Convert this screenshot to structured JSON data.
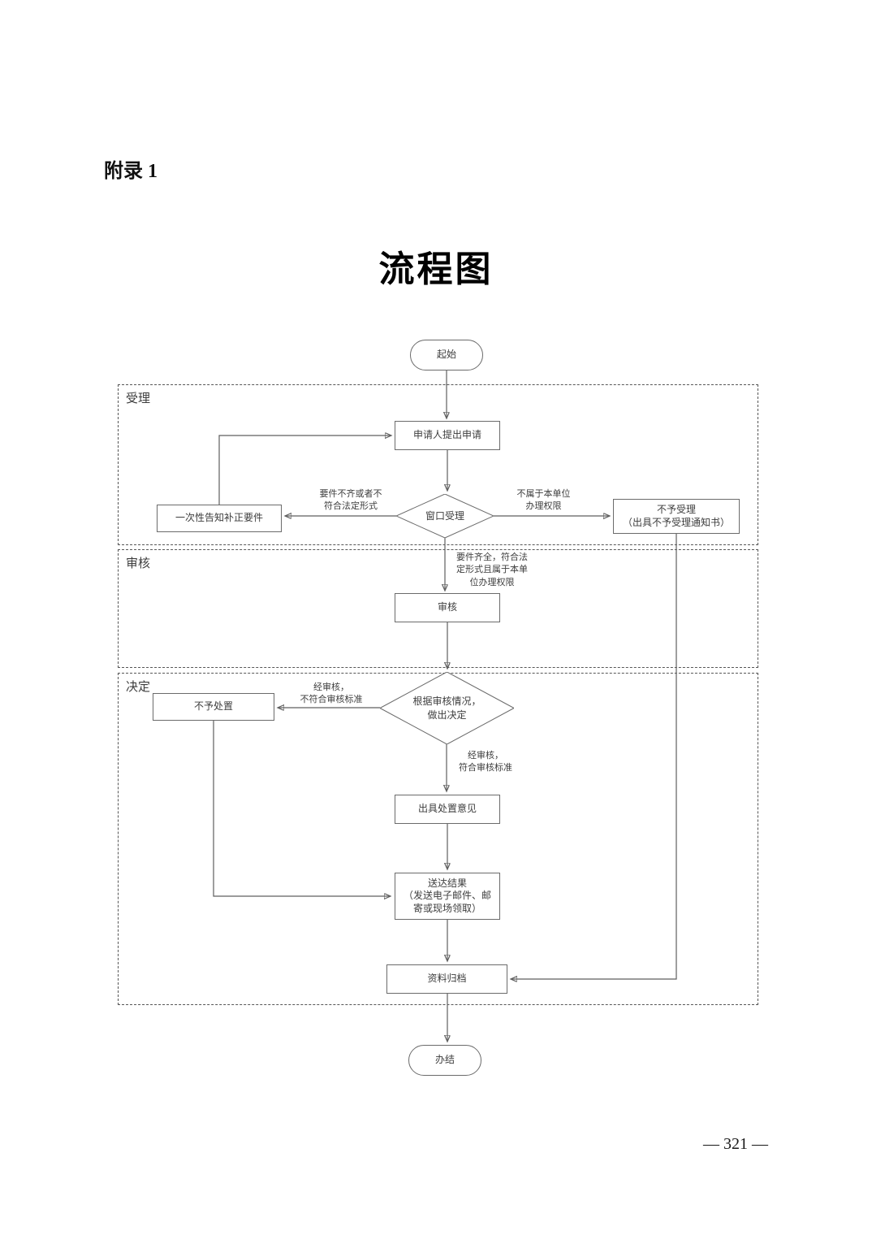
{
  "page": {
    "appendix_label": "附录 1",
    "title": "流程图",
    "page_number": "— 321 —"
  },
  "flowchart": {
    "start": "起始",
    "end": "办结",
    "sections": {
      "acceptance": "受理",
      "review": "审核",
      "decision": "决定"
    },
    "nodes": {
      "apply": "申请人提出申请",
      "window": "窗口受理",
      "notify": "一次性告知补正要件",
      "reject_accept_line1": "不予受理",
      "reject_accept_line2": "（出具不予受理通知书）",
      "review": "审核",
      "decide_line1": "根据审核情况，",
      "decide_line2": "做出决定",
      "no_action": "不予处置",
      "issue_opinion": "出具处置意见",
      "deliver_line1": "送达结果",
      "deliver_line2": "（发送电子邮件、邮",
      "deliver_line3": "寄或现场领取）",
      "archive": "资料归档"
    },
    "labels": {
      "incomplete_line1": "要件不齐或者不",
      "incomplete_line2": "符合法定形式",
      "not_jurisdiction_line1": "不属于本单位",
      "not_jurisdiction_line2": "办理权限",
      "complete_line1": "要件齐全，符合法",
      "complete_line2": "定形式且属于本单",
      "complete_line3": "位办理权限",
      "fail_line1": "经审核，",
      "fail_line2": "不符合审核标准",
      "pass_line1": "经审核，",
      "pass_line2": "符合审核标准"
    }
  }
}
